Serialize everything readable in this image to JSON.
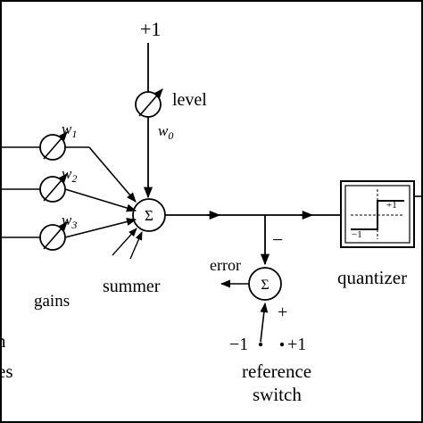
{
  "diagram": {
    "bias_input": "+1",
    "level_label": "level",
    "weights": {
      "w0": {
        "base": "w",
        "sub": "0"
      },
      "w1": {
        "base": "w",
        "sub": "1"
      },
      "w2": {
        "base": "w",
        "sub": "2"
      },
      "w3": {
        "base": "w",
        "sub": "3"
      }
    },
    "summer_symbol": "Σ",
    "summer_label": "summer",
    "gains_label": "gains",
    "error_label": "error",
    "error_sum_symbol": "Σ",
    "minus_sign": "−",
    "plus_sign": "+",
    "quantizer_label": "quantizer",
    "quantizer_plus": "+1",
    "quantizer_minus": "−1",
    "reference_switch": {
      "minus": "−1",
      "plus": "+1",
      "label_line1": "reference",
      "label_line2": "switch"
    },
    "cut_left_label_1": "n",
    "cut_left_label_2": "es"
  }
}
